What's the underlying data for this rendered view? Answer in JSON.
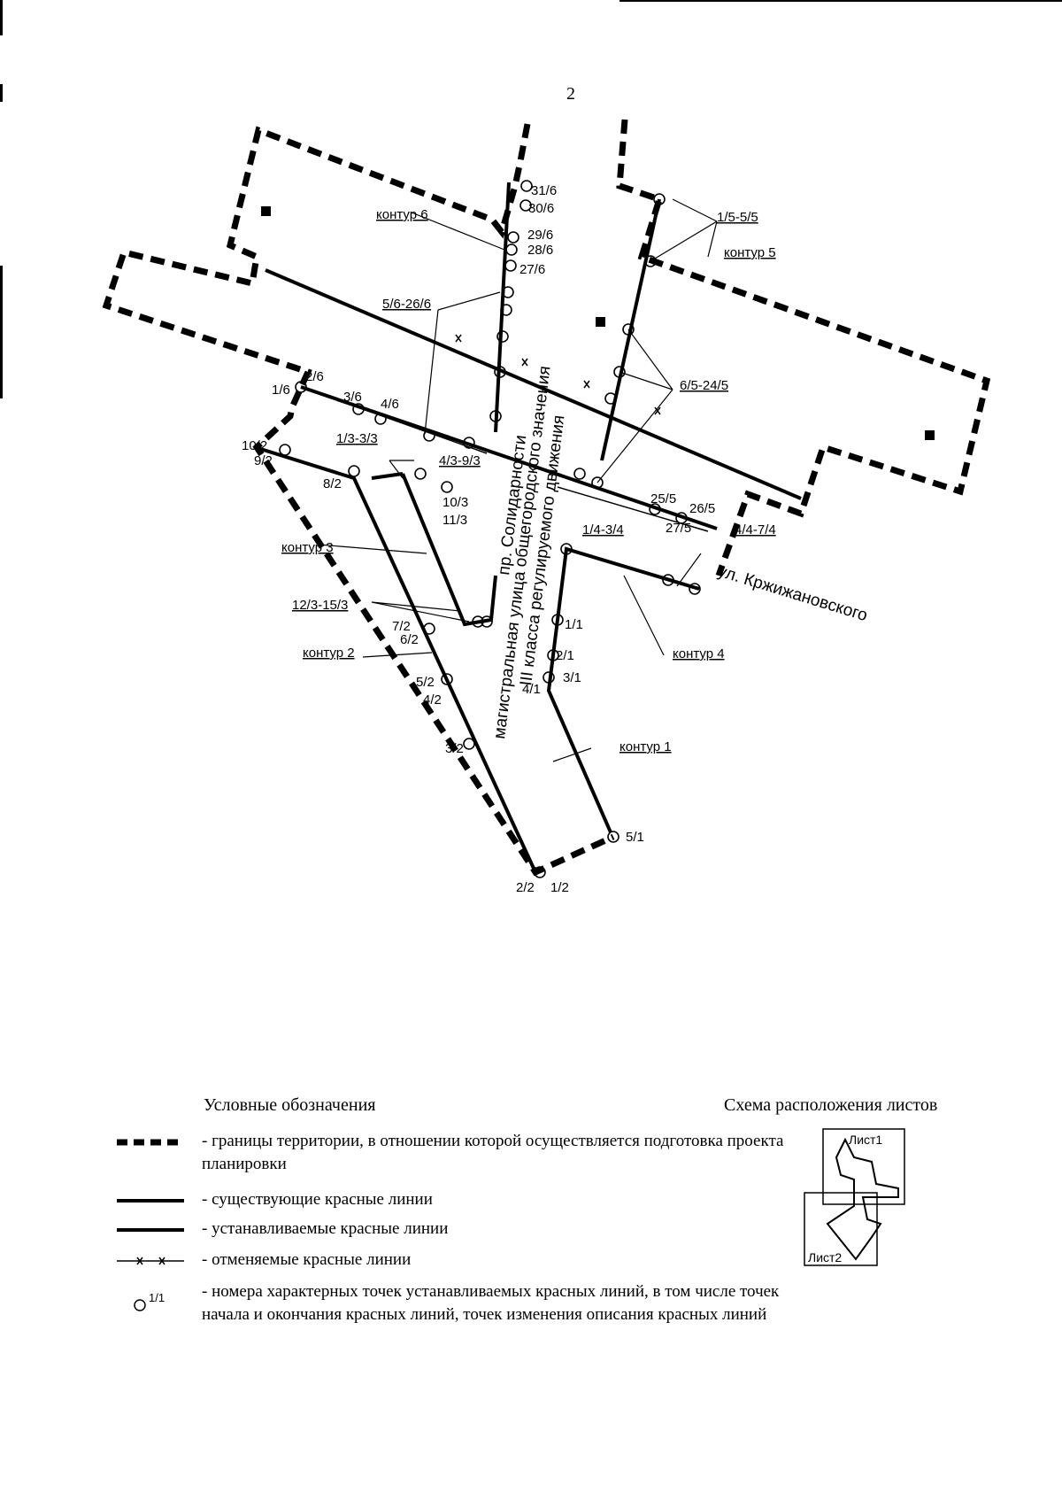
{
  "page_number": "2",
  "map": {
    "street_main_1": "пр. Солидарности",
    "street_main_2": "магистральная улица общегородского значения",
    "street_main_3": "III класса регулируемого движения",
    "street_side": "ул. Кржижановского",
    "contours": [
      "контур 1",
      "контур 2",
      "контур 3",
      "контур 4",
      "контур 5",
      "контур 6"
    ],
    "point_labels": {
      "p31_6": "31/6",
      "p30_6": "30/6",
      "p29_6": "29/6",
      "p28_6": "28/6",
      "p27_6": "27/6",
      "p5_26_6": "5/6-26/6",
      "p1_6": "1/6",
      "p2_6": "2/6",
      "p3_6": "3/6",
      "p4_6": "4/6",
      "p10_2": "10/2",
      "p9_2": "9/2",
      "p8_2": "8/2",
      "p7_2": "7/2",
      "p6_2": "6/2",
      "p5_2": "5/2",
      "p4_2": "4/2",
      "p3_2": "3/2",
      "p2_2": "2/2",
      "p1_2": "1/2",
      "p1_3_3_3": "1/3-3/3",
      "p4_3_9_3": "4/3-9/3",
      "p10_3": "10/3",
      "p11_3": "11/3",
      "p12_3_15_3": "12/3-15/3",
      "p1_5_5_5": "1/5-5/5",
      "p6_5_24_5": "6/5-24/5",
      "p25_5": "25/5",
      "p26_5": "26/5",
      "p27_5": "27/5",
      "p1_4_3_4": "1/4-3/4",
      "p4_4_7_4": "4/4-7/4",
      "p1_1": "1/1",
      "p2_1": "2/1",
      "p3_1": "3/1",
      "p4_1": "4/1",
      "p5_1": "5/1"
    }
  },
  "legend": {
    "title": "Условные обозначения",
    "items": [
      {
        "symbol": "dashed-boundary",
        "text": "- границы территории, в отношении которой осуществляется подготовка проекта планировки"
      },
      {
        "symbol": "solid-line",
        "text": "- существующие красные линии"
      },
      {
        "symbol": "solid-line",
        "text": "- устанавливаемые красные линии"
      },
      {
        "symbol": "cancelled-line",
        "text": "- отменяемые красные линии"
      },
      {
        "symbol": "point-marker",
        "marker_label": "1/1",
        "text": "- номера характерных точек устанавливаемых красных линий, в том числе точек начала и окончания красных линий, точек изменения описания красных линий"
      }
    ]
  },
  "sheet_scheme": {
    "title": "Схема расположения листов",
    "sheet_1": "Лист1",
    "sheet_2": "Лист2"
  }
}
